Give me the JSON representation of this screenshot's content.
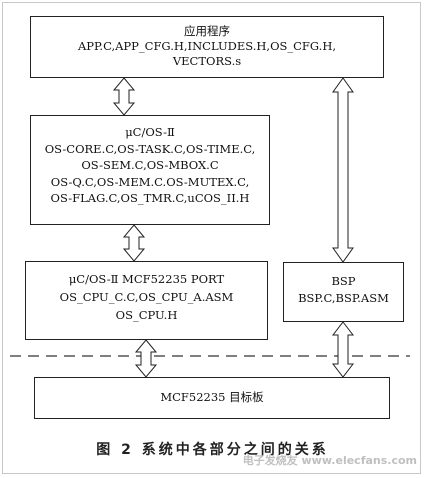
{
  "boxes": {
    "app": {
      "title": "应用程序",
      "line1": "APP.C,APP_CFG.H,INCLUDES.H,OS_CFG.H,",
      "line2": "VECTORS.s"
    },
    "ucos": {
      "title": "μC/OS-Ⅱ",
      "line1": "OS-CORE.C,OS-TASK.C,OS-TIME.C,",
      "line2": "OS-SEM.C,OS-MBOX.C",
      "line3": "OS-Q.C,OS-MEM.C.OS-MUTEX.C,",
      "line4": "OS-FLAG.C,OS_TMR.C,uCOS_II.H"
    },
    "port": {
      "title": "μC/OS-Ⅱ  MCF52235 PORT",
      "line1": "OS_CPU_C.C,OS_CPU_A.ASM",
      "line2": "OS_CPU.H"
    },
    "bsp": {
      "title": "BSP",
      "line1": "BSP.C,BSP.ASM"
    },
    "board": {
      "title": "MCF52235 目标板"
    }
  },
  "caption": "图 2   系统中各部分之间的关系",
  "watermark": "电子发烧友 www.elecfans.com"
}
